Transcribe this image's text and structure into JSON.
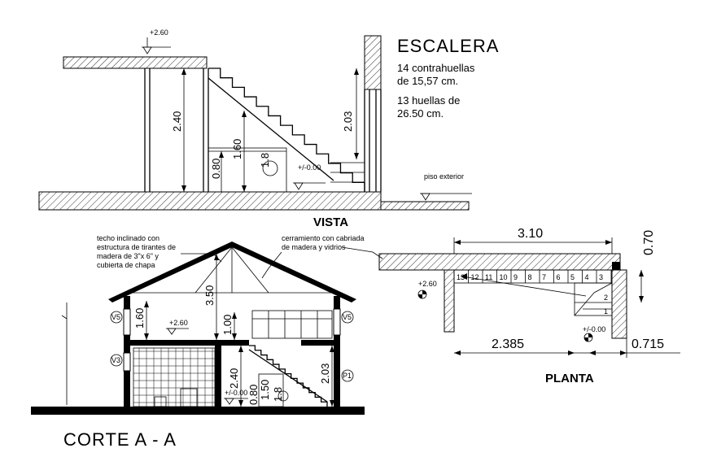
{
  "stair_title": "ESCALERA",
  "stair_notes": [
    "14 contrahuellas",
    "de 15,57 cm.",
    "13 huellas de",
    "26.50 cm."
  ],
  "vista": {
    "label": "VISTA",
    "level_top": "+2.60",
    "level_zero": "+/-0.00",
    "floor_label": "piso exterior",
    "dim_240": "2.40",
    "dim_160": "1.60",
    "dim_080": "0.80",
    "dim_18": "1.8",
    "dim_203": "2.03"
  },
  "corte": {
    "label": "CORTE A - A",
    "note_roof": [
      "techo inclinado con",
      "estructura de tirantes de",
      "madera de 3\"x 6\" y",
      "cubierta de chapa"
    ],
    "note_enclosure": [
      "cerramiento con cabriada",
      "de madera y vidrios"
    ],
    "level_upper": "+2.60",
    "level_zero": "+/-0.00",
    "dim_160": "1.60",
    "dim_350": "3.50",
    "dim_100": "1.00",
    "dim_240": "2.40",
    "dim_150": "1.50",
    "dim_080": "0.80",
    "dim_18": "1.8",
    "dim_203": "2.03",
    "tags": [
      "V5",
      "V5",
      "V3",
      "P1"
    ]
  },
  "planta": {
    "label": "PLANTA",
    "dim_310": "3.10",
    "dim_070": "0.70",
    "dim_2385": "2.385",
    "dim_0715": "0.715",
    "level_upper": "+2.60",
    "level_zero": "+/-0.00",
    "steps": [
      "13",
      "12",
      "11",
      "10",
      "9",
      "8",
      "7",
      "6",
      "5",
      "4",
      "3",
      "2",
      "1"
    ]
  }
}
